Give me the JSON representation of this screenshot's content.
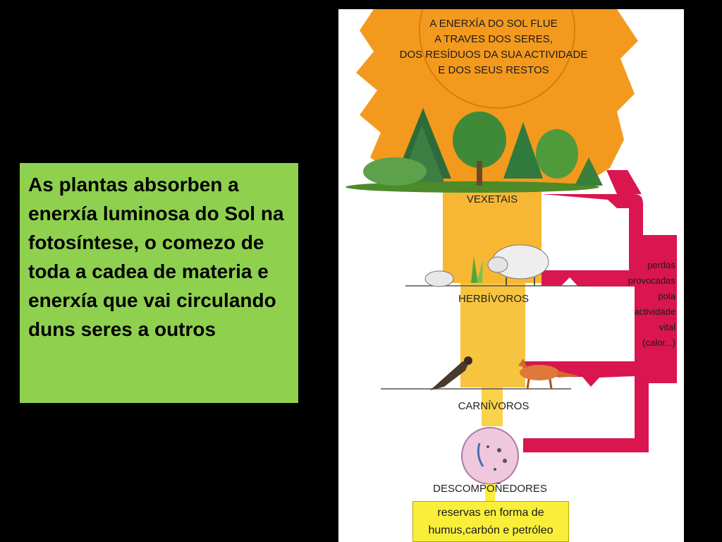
{
  "caption": {
    "text": "As plantas absorben a enerxía luminosa do Sol na fotosíntese, o comezo de toda a cadea de materia e enerxía que vai circulando duns seres a outros"
  },
  "diagram": {
    "sun_text": [
      "A ENERXÍA DO SOL FLUE",
      "A TRAVES DOS SERES,",
      "DOS RESÍDUOS DA SUA ACTIVIDADE",
      "E DOS SEUS RESTOS"
    ],
    "levels": {
      "vexetais": "VEXETAIS",
      "herbivoros": "HERBÍVOROS",
      "carnivoros": "CARNÍVOROS",
      "descomponedores": "DESCOMPOÑEDORES"
    },
    "losses": [
      "perdas",
      "provocadas",
      "pola",
      "actividade",
      "vital",
      "(calor...)"
    ],
    "reserves": [
      "reservas en forma de",
      "humus,carbón e petróleo"
    ]
  },
  "colors": {
    "background": "#000000",
    "caption_box": "#8fd14f",
    "sun_orange": "#f39a1e",
    "energy_flow": "#f7b733",
    "heat_loss": "#d9164f",
    "reserves_box": "#f9ef3b"
  }
}
